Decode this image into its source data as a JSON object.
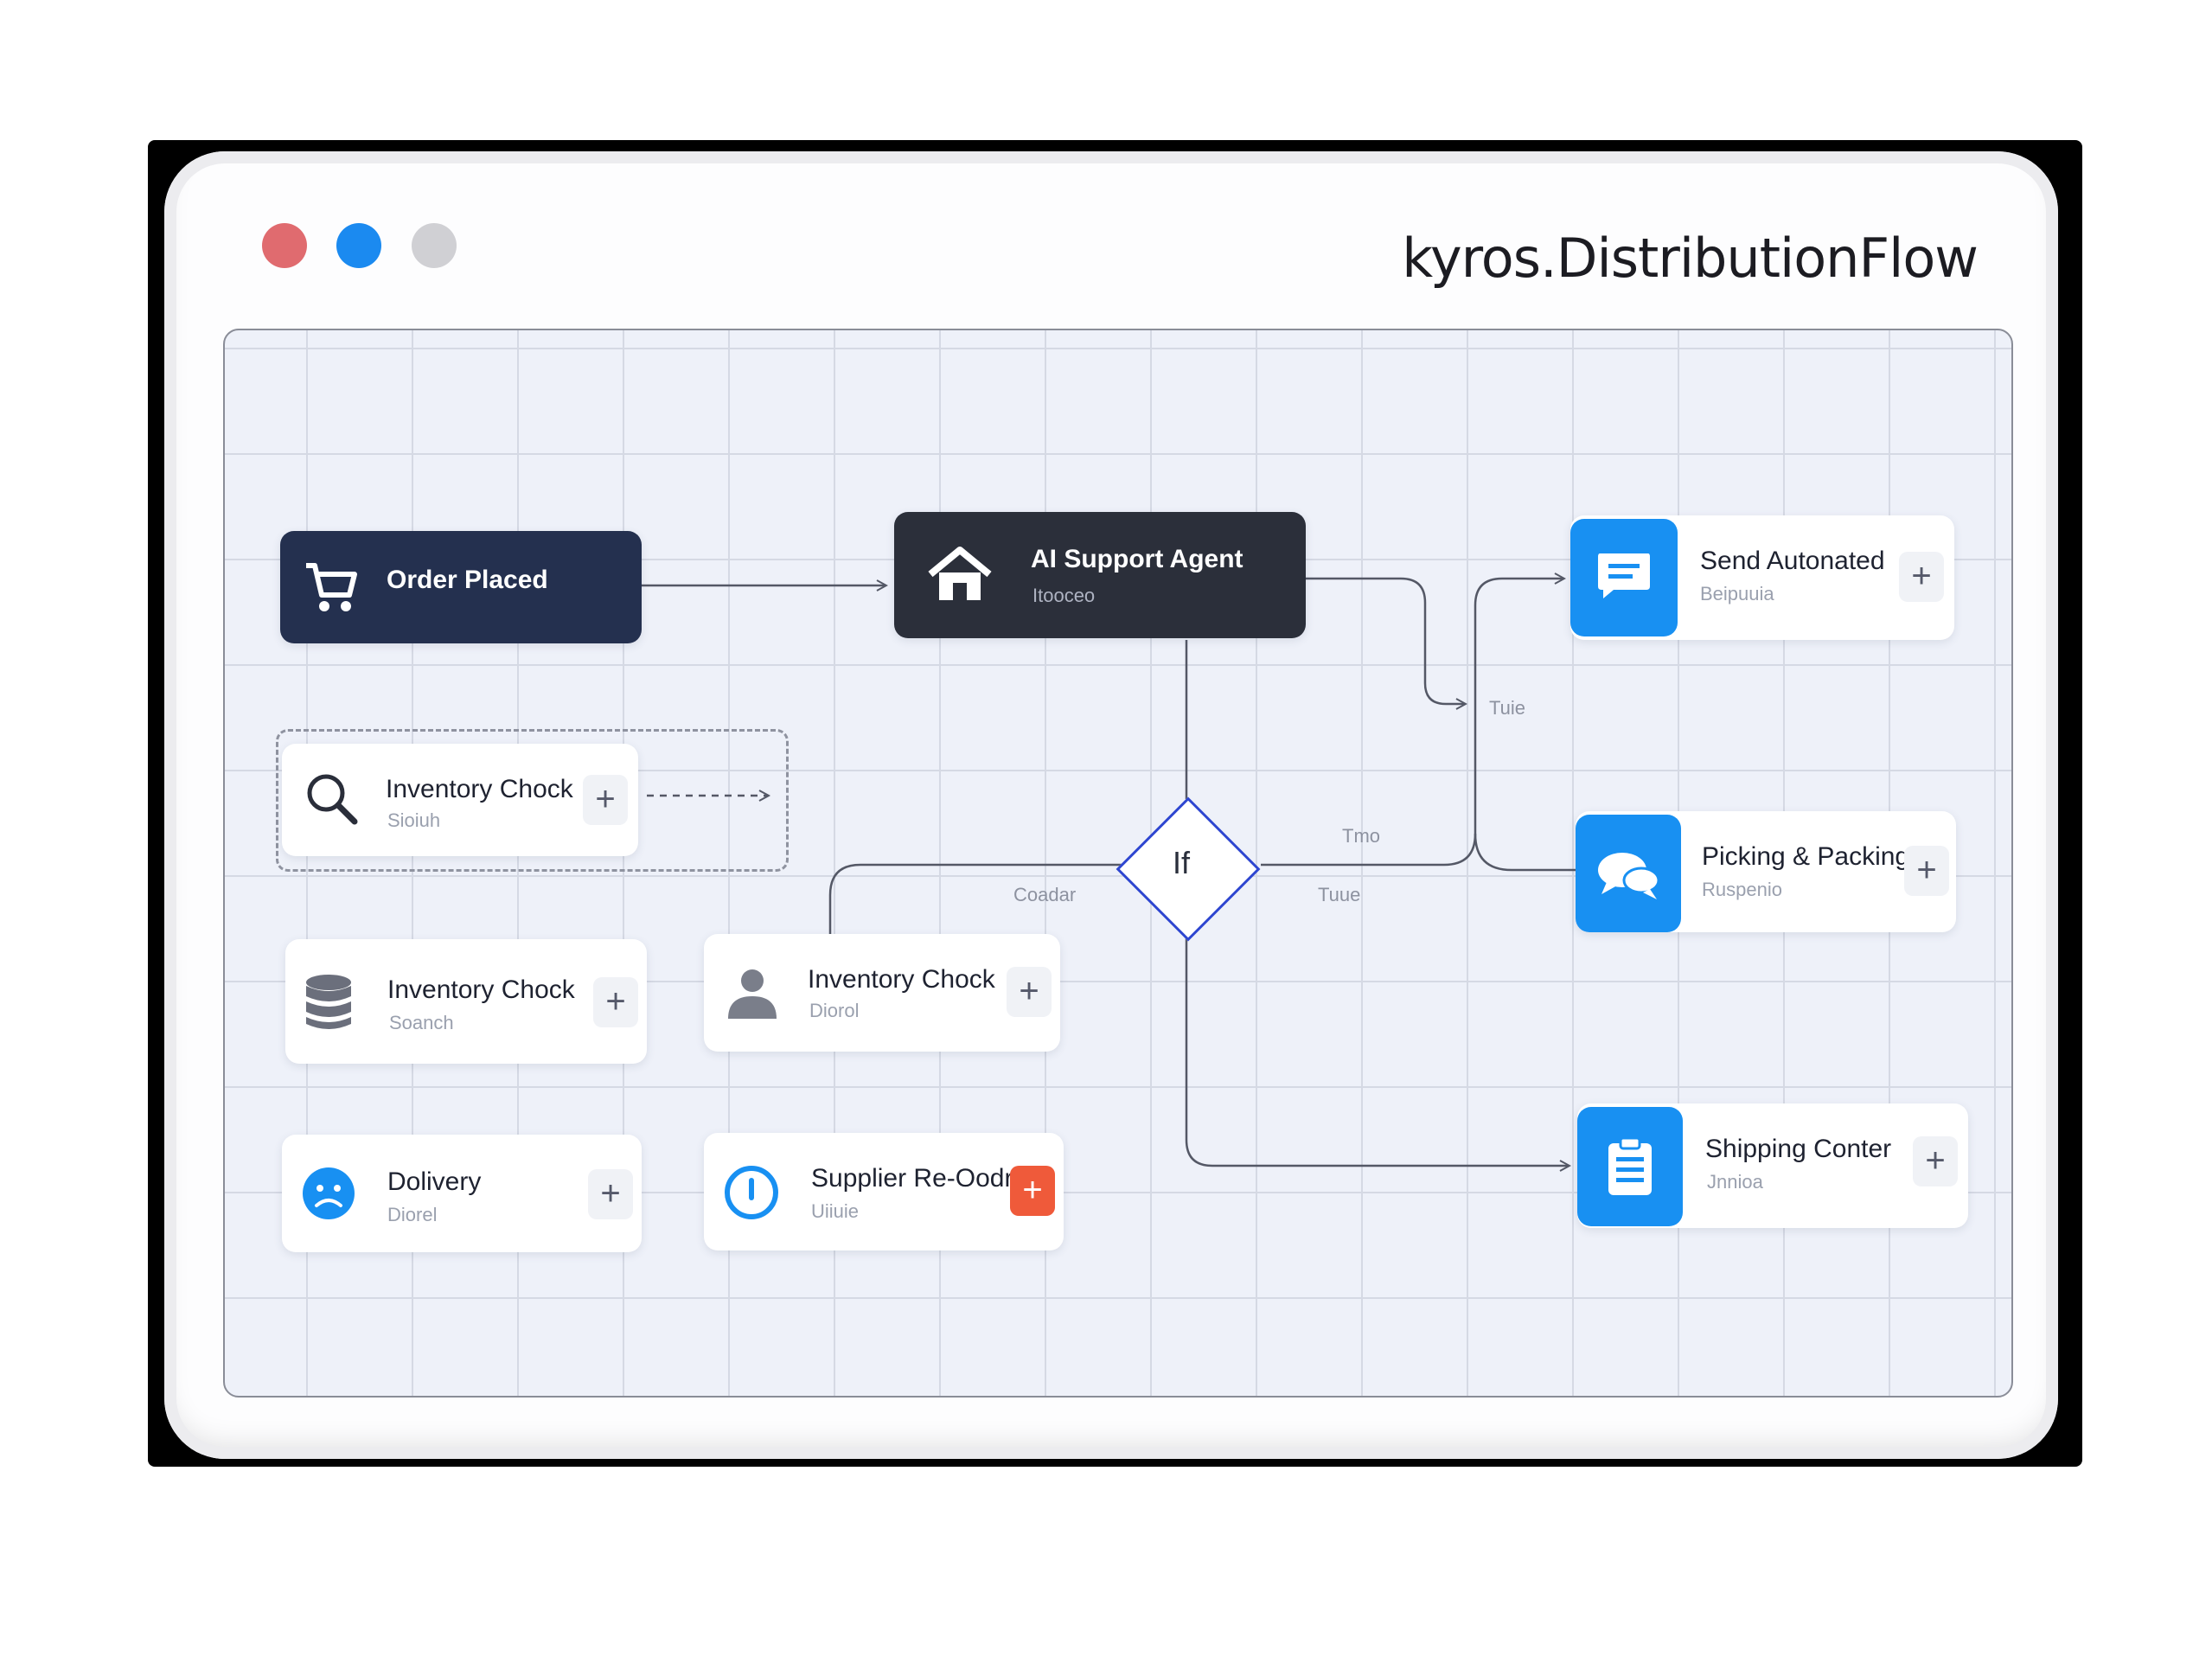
{
  "window": {
    "title": "kyros.DistributionFlow",
    "traffic_lights": [
      "red",
      "blue",
      "gray"
    ]
  },
  "colors": {
    "accent_blue": "#1890f2",
    "navy_node": "#24304f",
    "dark_node": "#2b2f3a",
    "diamond_border": "#2e46d0",
    "add_red": "#ef5a3a"
  },
  "nodes": {
    "order_placed": {
      "label": "Order Placed",
      "icon": "cart-icon"
    },
    "ai_agent": {
      "label": "AI Support Agent",
      "sub": "Itooceo",
      "icon": "home-icon"
    },
    "send_automated": {
      "label": "Send Autonated",
      "sub": "Beipuuia",
      "icon": "message-icon"
    },
    "inventory_check_1": {
      "label": "Inventory Chock",
      "sub": "Sioiuh",
      "icon": "search-icon"
    },
    "picking_packing": {
      "label": "Picking & Packing",
      "sub": "Ruspenio",
      "icon": "chat-bubbles-icon"
    },
    "inventory_check_2": {
      "label": "Inventory Chock",
      "sub": "Soanch",
      "icon": "database-icon"
    },
    "inventory_check_3": {
      "label": "Inventory Chock",
      "sub": "Diorol",
      "icon": "user-icon"
    },
    "delivery": {
      "label": "Dolivery",
      "sub": "Diorel",
      "icon": "sad-face-icon"
    },
    "supplier_reorder": {
      "label": "Supplier Re-Oodr",
      "sub": "Uiiuie",
      "icon": "alert-icon"
    },
    "shipping_center": {
      "label": "Shipping Conter",
      "sub": "Jnnioa",
      "icon": "document-icon"
    }
  },
  "condition": {
    "label": "If",
    "edge_left": "Coadar",
    "edge_right": "Tuue",
    "edge_upper": "Tuie",
    "edge_mid": "Tmo"
  },
  "add_symbol": "+"
}
